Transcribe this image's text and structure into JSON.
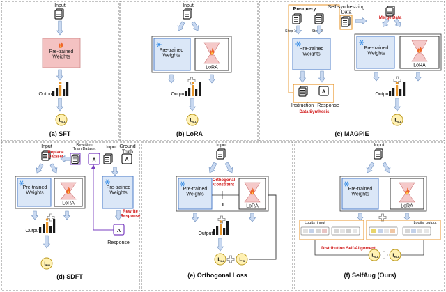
{
  "captions": {
    "a": "(a) SFT",
    "b": "(b) LoRA",
    "c": "(c) MAGPIE",
    "d": "(d) SDFT",
    "e": "(e) Orthogonal Loss",
    "f": "(f) SelfAug (Ours)"
  },
  "labels": {
    "input": "Input",
    "output": "Output",
    "pretrained_weights": "Pre-trained\nWeights",
    "lora": "LoRA",
    "loss_nll": "L_NLL",
    "loss_o": "L_O",
    "pre_query": "Pre-query",
    "self_synth_data": "Self-synthesizing\nData",
    "step1": "Step 1",
    "step2": "Step 2",
    "merge_data": "Merge Data",
    "instruction": "Instruction",
    "response": "Response",
    "data_synthesis": "Data Synthesis",
    "rewritten_train_dataset": "Rewritten\nTrain Dataset",
    "replace_dataset": "Replace\nDataset",
    "ground_truth": "Ground\nTruth",
    "rewrite_response": "Rewrite\nResponse",
    "orthogonal_constraint": "Orthogonal\nConstraint",
    "logits_input": "Logits_input",
    "logits_output": "Logits_output",
    "distribution_self_alignment": "Distribution Self-Alignment",
    "letter_a": "A"
  },
  "colors": {
    "red_text": "#d11a1a",
    "pink_fill": "#f4c2c2",
    "blue_fill": "#dbe7f7",
    "blue_border": "#4d7cc8",
    "orange": "#e8962b",
    "purple": "#7a3fc0",
    "loss_fill": "#fff1b3",
    "loss_border": "#b99516",
    "arrow_fill": "#c9d9f1"
  },
  "icons": [
    "document-icon",
    "fire-icon",
    "snowflake-icon",
    "bar-chart-icon",
    "plus-icon",
    "loss-icon"
  ]
}
